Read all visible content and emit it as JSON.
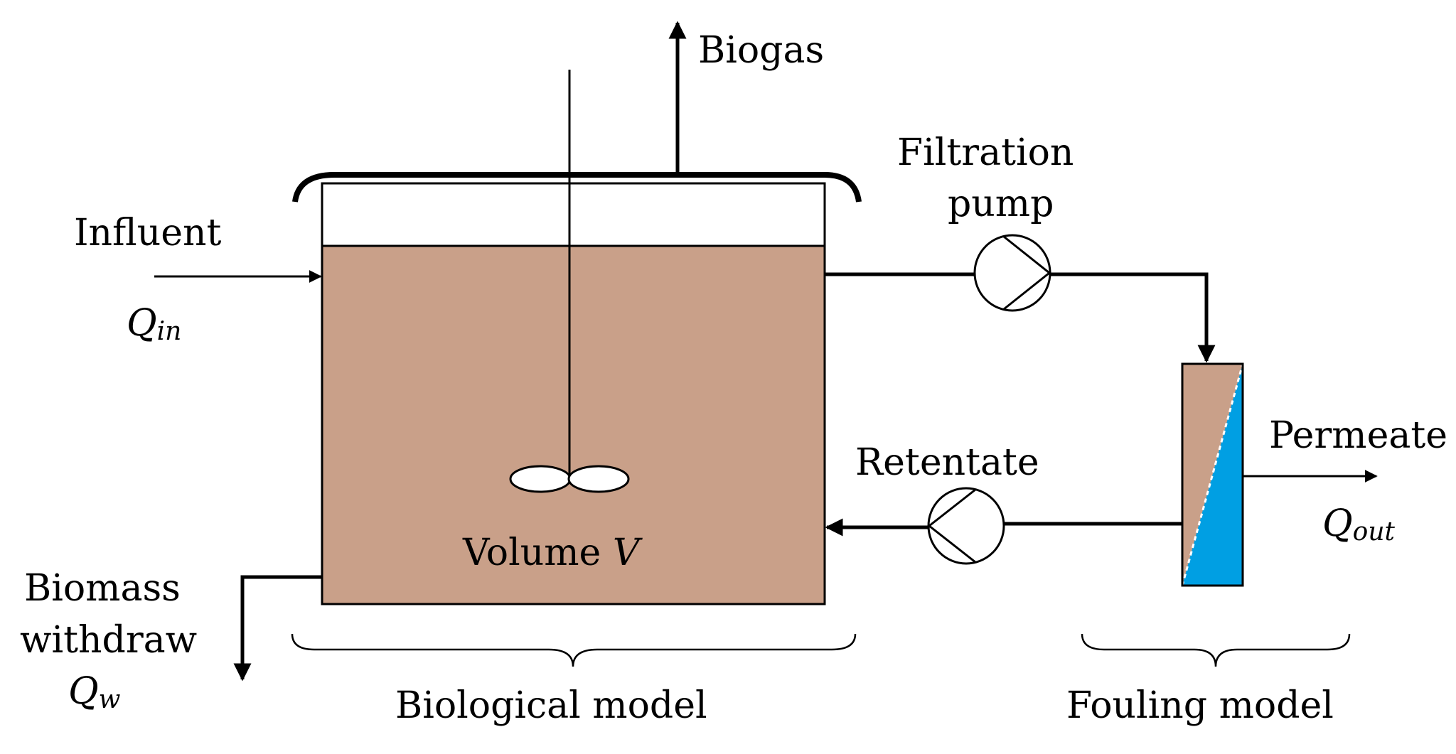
{
  "labels": {
    "biogas": "Biogas",
    "influent": "Influent",
    "filtration_pump_line1": "Filtration",
    "filtration_pump_line2": "pump",
    "retentate": "Retentate",
    "permeate": "Permeate",
    "volume": "Volume ",
    "volume_var": "V",
    "biomass_line1": "Biomass",
    "biomass_line2": "withdraw",
    "biological_model": "Biological model",
    "fouling_model": "Fouling model"
  },
  "flows": {
    "q_in": {
      "symbol": "Q",
      "sub": "in"
    },
    "q_out": {
      "symbol": "Q",
      "sub": "out"
    },
    "q_w": {
      "symbol": "Q",
      "sub": "w"
    }
  },
  "colors": {
    "sludge": "#C9A089",
    "permeate_side": "#009FE3",
    "line": "#000000"
  }
}
